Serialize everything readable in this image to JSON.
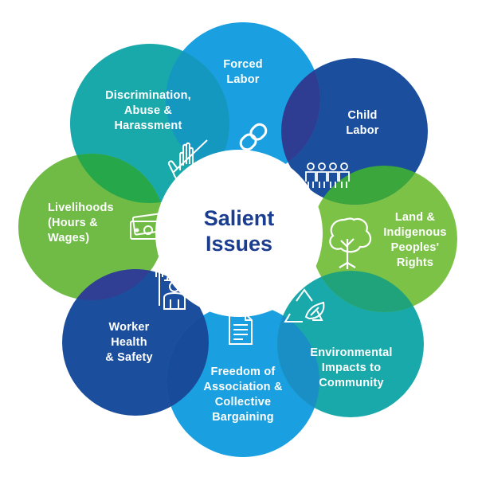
{
  "center": {
    "title": "Salient\nIssues"
  },
  "issues": [
    {
      "label": "Forced\nLabor",
      "icon": "chain-link-icon"
    },
    {
      "label": "Child\nLabor",
      "icon": "children-group-icon"
    },
    {
      "label": "Land &\nIndigenous\nPeoples'\nRights",
      "icon": "tree-icon"
    },
    {
      "label": "Environmental\nImpacts to\nCommunity",
      "icon": "recycle-leaf-icon"
    },
    {
      "label": "Freedom of\nAssociation &\nCollective\nBargaining",
      "icon": "document-icon"
    },
    {
      "label": "Worker\nHealth\n& Safety",
      "icon": "farmer-icon"
    },
    {
      "label": "Livelihoods\n(Hours &\nWages)",
      "icon": "money-icon"
    },
    {
      "label": "Discrimination,\nAbuse &\nHarassment",
      "icon": "no-hand-icon"
    }
  ],
  "colors": {
    "forced": "#1aa0e0",
    "child": "#1b4f9e",
    "land": "#7cc247",
    "environment": "#1aa9ab",
    "freedom": "#1aa0e0",
    "worker": "#1b4f9e",
    "livelihoods": "#6fbb45",
    "discrimination": "#1aa9ab",
    "title": "#1b3d8f"
  }
}
